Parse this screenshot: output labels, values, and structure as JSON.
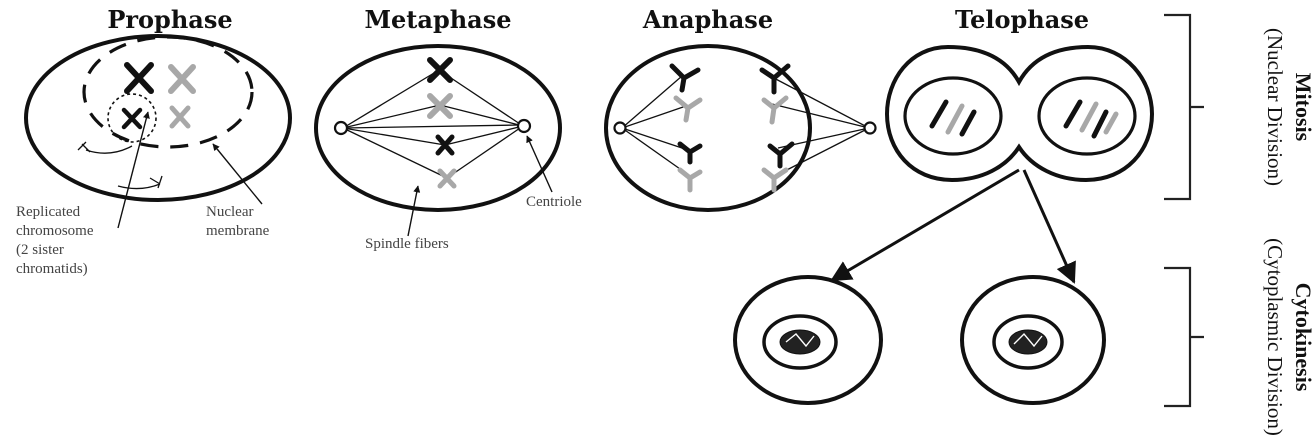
{
  "diagram": {
    "stages": {
      "prophase": "Prophase",
      "metaphase": "Metaphase",
      "anaphase": "Anaphase",
      "telophase": "Telophase"
    },
    "labels": {
      "replicated_chromosome": [
        "Replicated",
        "chromosome",
        "(2 sister",
        "chromatids)"
      ],
      "nuclear_membrane": [
        "Nuclear",
        "membrane"
      ],
      "spindle_fibers": "Spindle fibers",
      "centriole": "Centriole"
    },
    "side": {
      "mitosis_title": "Mitosis",
      "mitosis_subtitle": "(Nuclear Division)",
      "cytokinesis_title": "Cytokinesis",
      "cytokinesis_subtitle": "(Cytoplasmic Division)"
    },
    "colors": {
      "dark": "#111111",
      "light": "#a8a8a8"
    }
  }
}
